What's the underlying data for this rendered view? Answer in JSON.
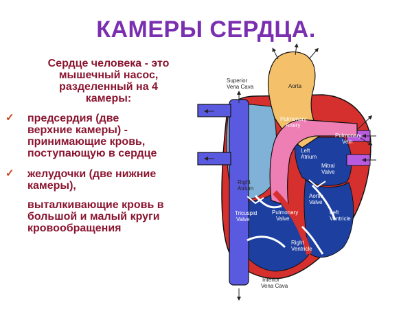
{
  "title": "КАМЕРЫ СЕРДЦА.",
  "intro": [
    "Сердце человека - это",
    "мышечный насос,",
    "разделенный на 4",
    "камеры:"
  ],
  "bullets": [
    {
      "lines": [
        "предсердия (две",
        "верхние камеры) -",
        "принимающие кровь,",
        "поступающую в сердце"
      ]
    },
    {
      "lines": [
        "желудочки (две нижние",
        "камеры),"
      ]
    }
  ],
  "continuation": [
    "выталкивающие кровь в",
    "большой и малый круги",
    "кровообращения"
  ],
  "labels": {
    "superior_vena_cava": [
      "Superior",
      "Vena Cava"
    ],
    "aorta": [
      "Aorta"
    ],
    "pulmonary_artery": [
      "Pulmonary",
      "Artery"
    ],
    "pulmonary_vein": [
      "Pulmonary",
      "Vein"
    ],
    "left_atrium": [
      "Left",
      "Atrium"
    ],
    "mitral_valve": [
      "Mitral",
      "Valve"
    ],
    "right_atrium": [
      "Right",
      "Atrium"
    ],
    "aortic_valve": [
      "Aortic",
      "Valve"
    ],
    "left_ventricle": [
      "Left",
      "Ventricle"
    ],
    "tricuspid_valve": [
      "Tricuspid",
      "Valve"
    ],
    "pulmonary_valve": [
      "Pulmonary",
      "Valve"
    ],
    "right_ventricle": [
      "Right",
      "Ventricle"
    ],
    "inferior_vena_cava": [
      "Inferior",
      "Vena Cava"
    ]
  },
  "colors": {
    "title": "#7a2fb0",
    "text": "#8a1530",
    "aorta": "#f4c06a",
    "pulmonary_artery": "#ee7fb4",
    "vena_cava": "#5a5ae0",
    "pulmonary_vein": "#b85be0",
    "oxygenated": "#d6302e",
    "deoxygenated": "#1c3fa0",
    "atrium_light": "#7fb2d6",
    "valve": "#ffffff"
  },
  "icons": {
    "bullet": "check-mark-icon"
  }
}
